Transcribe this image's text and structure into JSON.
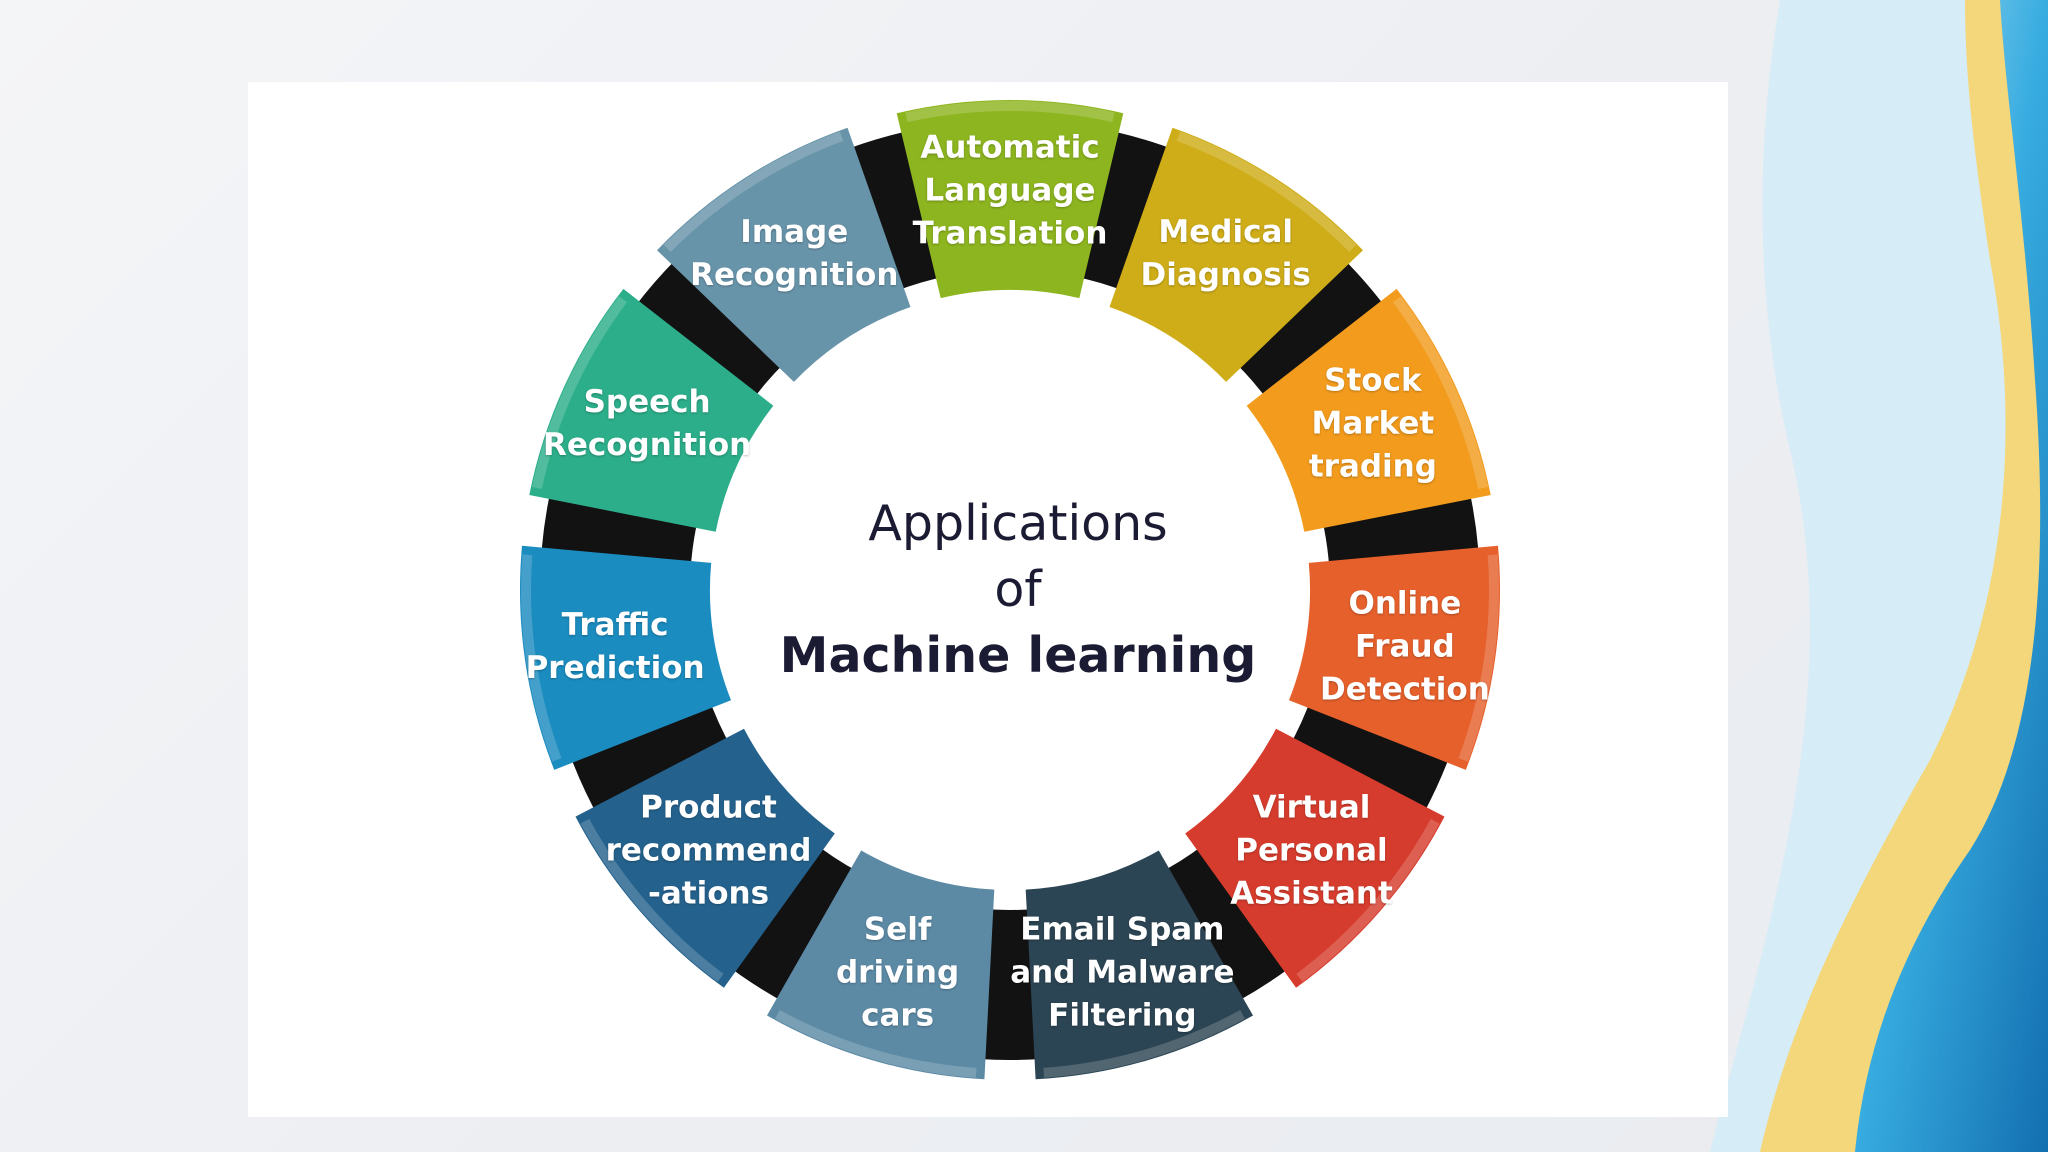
{
  "title": {
    "line1": "Applications",
    "line2": "of",
    "line3": "Machine learning"
  },
  "segments": [
    {
      "label": "Automatic\nLanguage\nTranslation",
      "color": "#8db51f"
    },
    {
      "label": "Medical\nDiagnosis",
      "color": "#cfad18"
    },
    {
      "label": "Stock\nMarket\ntrading",
      "color": "#f29b1d"
    },
    {
      "label": "Online\nFraud\nDetection",
      "color": "#e6602c"
    },
    {
      "label": "Virtual\nPersonal\nAssistant",
      "color": "#d63c2d"
    },
    {
      "label": "Email Spam\nand Malware\nFiltering",
      "color": "#2c4554"
    },
    {
      "label": "Self\ndriving\ncars",
      "color": "#5c8aa5"
    },
    {
      "label": "Product\nrecommend\n-ations",
      "color": "#24628d"
    },
    {
      "label": "Traffic\nPrediction",
      "color": "#1b8cbf"
    },
    {
      "label": "Speech\nRecognition",
      "color": "#2cae8a"
    },
    {
      "label": "Image\nRecognition",
      "color": "#6894aa"
    }
  ],
  "colors": {
    "separator": "#121212",
    "title_text": "#1b1b33",
    "slide_wave_blue": "#1f9fd6",
    "slide_wave_yellow": "#f3d77a"
  }
}
